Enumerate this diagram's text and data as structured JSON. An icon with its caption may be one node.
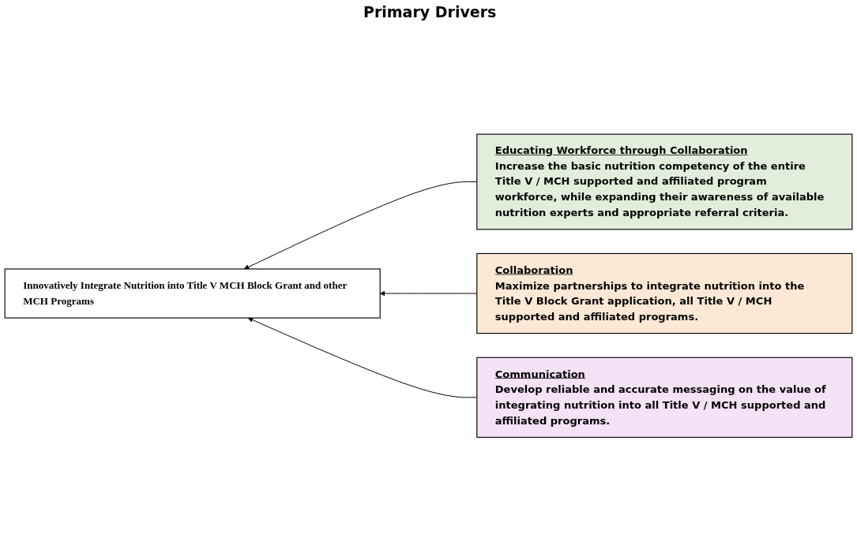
{
  "diagram": {
    "nodes": [
      {
        "text": [
          "Innovatively Integrate Nutrition into Title V MCH Block Grant and other MCH Programs"
        ]
      },
      {
        "text": [
          "Educating Workforce through Collaboration",
          "Increase the basic nutrition competency of the entire Title V / MCH supported and affiliated program workforce, while expanding their awareness of available nutrition experts and appropriate referral criteria."
        ]
      },
      {
        "text": [
          "Collaboration",
          "Maximize partnerships to integrate nutrition into the Title V Block Grant application, all Title V / MCH supported and affiliated programs."
        ]
      },
      {
        "text": [
          "Communication",
          "Develop reliable and accurate messaging on the value of integrating nutrition into all Title V / MCH supported and affiliated programs."
        ]
      }
    ],
    "edges": [
      {
        "from": 1,
        "to": 0,
        "arrow": "to"
      },
      {
        "from": 2,
        "to": 0,
        "arrow": "to"
      },
      {
        "from": 3,
        "to": 0,
        "arrow": "to"
      }
    ],
    "labels": [
      "Primary Drivers"
    ]
  }
}
